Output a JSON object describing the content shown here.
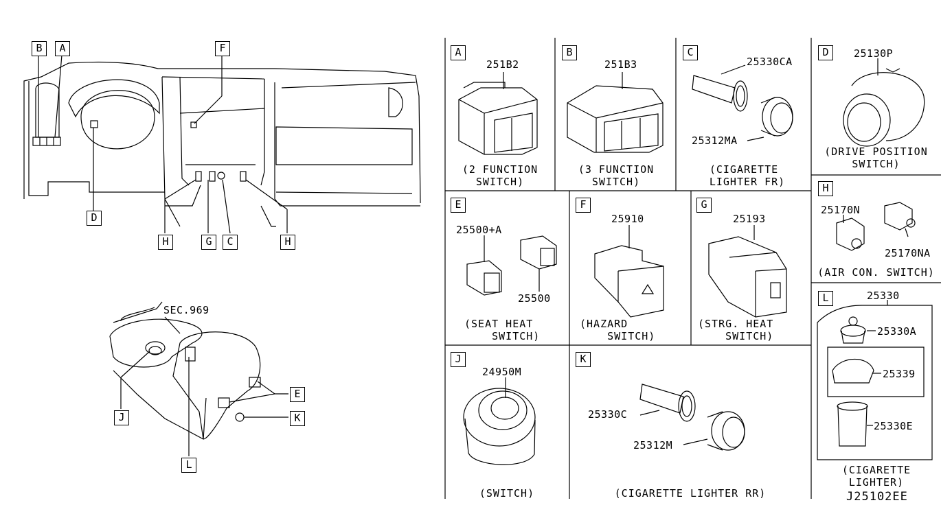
{
  "overview": {
    "callouts": [
      "B",
      "A",
      "F",
      "D",
      "H",
      "G",
      "C",
      "H",
      "E",
      "K",
      "J",
      "L"
    ],
    "sec_ref": "SEC.969"
  },
  "panels": {
    "A": {
      "letter": "A",
      "part": "251B2",
      "caption": "(2 FUNCTION\nSWITCH)"
    },
    "B": {
      "letter": "B",
      "part": "251B3",
      "caption": "(3 FUNCTION\nSWITCH)"
    },
    "C": {
      "letter": "C",
      "part1": "25330CA",
      "part2": "25312MA",
      "caption": "(CIGARETTE\n LIGHTER FR)"
    },
    "D": {
      "letter": "D",
      "part": "25130P",
      "caption": "(DRIVE POSITION\nSWITCH)"
    },
    "E": {
      "letter": "E",
      "part1": "25500+A",
      "part2": "25500",
      "caption": "(SEAT HEAT\n    SWITCH)"
    },
    "F": {
      "letter": "F",
      "part": "25910",
      "caption": "(HAZARD\n    SWITCH)"
    },
    "G": {
      "letter": "G",
      "part": "25193",
      "caption": "(STRG. HEAT\n    SWITCH)"
    },
    "H": {
      "letter": "H",
      "part1": "25170N",
      "part2": "25170NA",
      "caption": "(AIR CON. SWITCH)"
    },
    "J": {
      "letter": "J",
      "part": "24950M",
      "caption": "(SWITCH)"
    },
    "K": {
      "letter": "K",
      "part1": "25330C",
      "part2": "25312M",
      "caption": "(CIGARETTE LIGHTER RR)"
    },
    "L": {
      "letter": "L",
      "assembly": "25330",
      "part1": "25330A",
      "part2": "25339",
      "part3": "25330E",
      "caption": "(CIGARETTE\nLIGHTER)"
    }
  },
  "diagram_code": "J25102EE"
}
